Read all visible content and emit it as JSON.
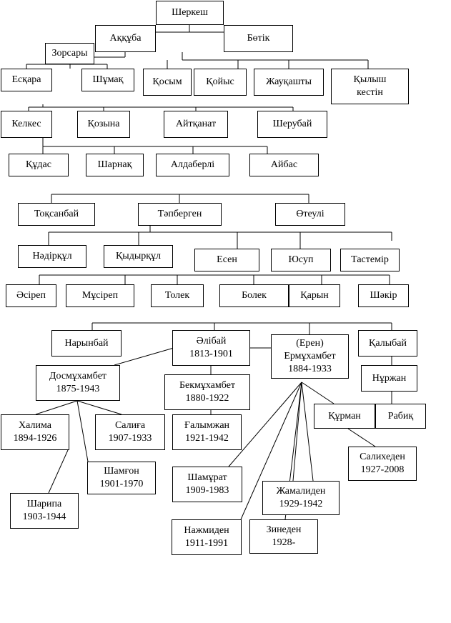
{
  "nodes": {
    "sherkesh": {
      "line1": "Шеркеш"
    },
    "akkuba": {
      "line1": "Аққұба"
    },
    "botik": {
      "line1": "Бөтік"
    },
    "zorsary": {
      "line1": "Зорсары"
    },
    "eskara": {
      "line1": "Есқара"
    },
    "shumak": {
      "line1": "Шұмақ"
    },
    "kosym": {
      "line1": "Қосым"
    },
    "koiys": {
      "line1": "Қойыс"
    },
    "zhaukashty": {
      "line1": "Жауқашты"
    },
    "kylysh": {
      "line1": "Қылыш",
      "line2": "кестін"
    },
    "kelkes": {
      "line1": "Келкес"
    },
    "kozyna": {
      "line1": "Қозына"
    },
    "aitkanat": {
      "line1": "Айтқанат"
    },
    "sherubai": {
      "line1": "Шерубай"
    },
    "kudas": {
      "line1": "Құдас"
    },
    "sharnak": {
      "line1": "Шарнақ"
    },
    "aldaberli": {
      "line1": "Алдаберлі"
    },
    "aibas": {
      "line1": "Айбас"
    },
    "toksanbai": {
      "line1": "Тоқсанбай"
    },
    "tapbergen": {
      "line1": "Тәпберген"
    },
    "oteuli": {
      "line1": "Өтеулі"
    },
    "nadirkul": {
      "line1": "Нәдірқұл"
    },
    "kydyrkul": {
      "line1": "Қыдырқұл"
    },
    "esen": {
      "line1": "Есен"
    },
    "yusup": {
      "line1": "Юсуп"
    },
    "tastemir": {
      "line1": "Тастемір"
    },
    "asirep": {
      "line1": "Әсіреп"
    },
    "musirep": {
      "line1": "Мұсіреп"
    },
    "tolek": {
      "line1": "Толек"
    },
    "bolek": {
      "line1": "Болек"
    },
    "karyn": {
      "line1": "Қарын"
    },
    "shakir": {
      "line1": "Шәкір"
    },
    "narynbai": {
      "line1": "Нарынбай"
    },
    "alibai": {
      "line1": "Әлібай",
      "line2": "1813-1901"
    },
    "erenmukhambet": {
      "line1": "(Ерен)",
      "line2": "Ермұхамбет",
      "line3": "1884-1933"
    },
    "kalybai": {
      "line1": "Қалыбай"
    },
    "nurzhan": {
      "line1": "Нұржан"
    },
    "dosmukhambet": {
      "line1": "Досмұхамбет",
      "line2": "1875-1943"
    },
    "bekmukhambet": {
      "line1": "Бекмұхамбет",
      "line2": "1880-1922"
    },
    "kurman": {
      "line1": "Құрман"
    },
    "rabik": {
      "line1": "Рабиқ"
    },
    "khalima": {
      "line1": "Халима",
      "line2": "1894-1926"
    },
    "saliga": {
      "line1": "Салиға",
      "line2": "1907-1933"
    },
    "galymzhan": {
      "line1": "Ғалымжан",
      "line2": "1921-1942"
    },
    "salikheden": {
      "line1": "Салихеден",
      "line2": "1927-2008"
    },
    "shamgon": {
      "line1": "Шамғон",
      "line2": "1901-1970"
    },
    "shamurat": {
      "line1": "Шамұрат",
      "line2": "1909-1983"
    },
    "zhamaliden": {
      "line1": "Жамалиден",
      "line2": "1929-1942"
    },
    "sharipa": {
      "line1": "Шарипа",
      "line2": "1903-1944"
    },
    "nazhmiden": {
      "line1": "Нажмиден",
      "line2": "1911-1991"
    },
    "zineden": {
      "line1": "Зинеден",
      "line2": "1928-"
    }
  }
}
